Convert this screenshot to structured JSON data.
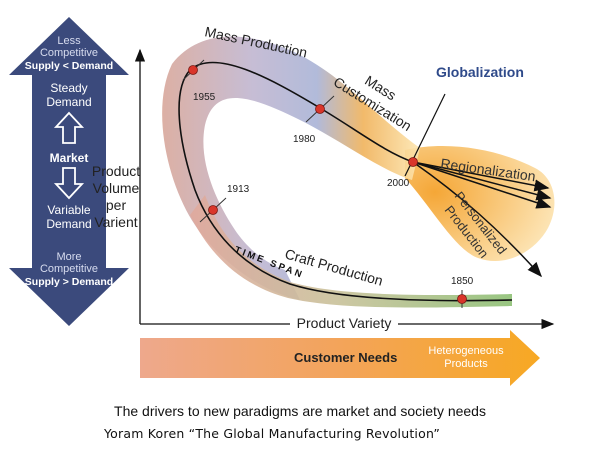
{
  "market_arrow": {
    "top_line1": "Less",
    "top_line2": "Competitive",
    "top_line3": "Supply < Demand",
    "steady_line1": "Steady",
    "steady_line2": "Demand",
    "center_label": "Market",
    "variable_line1": "Variable",
    "variable_line2": "Demand",
    "bottom_line1": "More",
    "bottom_line2": "Competitive",
    "bottom_line3": "Supply > Demand",
    "color": "#3b4a7c"
  },
  "axes": {
    "y_label_lines": [
      "Product",
      "Volume",
      "per",
      "Varient"
    ],
    "x_label": "Product Variety"
  },
  "paradigms": {
    "mass_production": "Mass Production",
    "mass_customization_line1": "Mass",
    "mass_customization_line2": "Customization",
    "globalization": "Globalization",
    "regionalization": "Regionalization",
    "personalized_line1": "Personalized",
    "personalized_line2": "Production",
    "craft_production": "Craft Production",
    "time_span": "TIME SPAN"
  },
  "years": {
    "y1850": "1850",
    "y1913": "1913",
    "y1955": "1955",
    "y1980": "1980",
    "y2000": "2000"
  },
  "needs_arrow": {
    "label": "Customer Needs",
    "end_line1": "Heterogeneous",
    "end_line2": "Products"
  },
  "captions": {
    "line1": "The drivers to new paradigms are market and society needs",
    "line2": "Yoram Koren “The Global Manufacturing Revolution”"
  },
  "colors": {
    "globalization_text": "#2f4a8a",
    "milestone_dot": "#d9352a",
    "band_blue": "#9aa8cf",
    "band_orange": "#f3a23a",
    "band_green": "#7fb06a"
  }
}
